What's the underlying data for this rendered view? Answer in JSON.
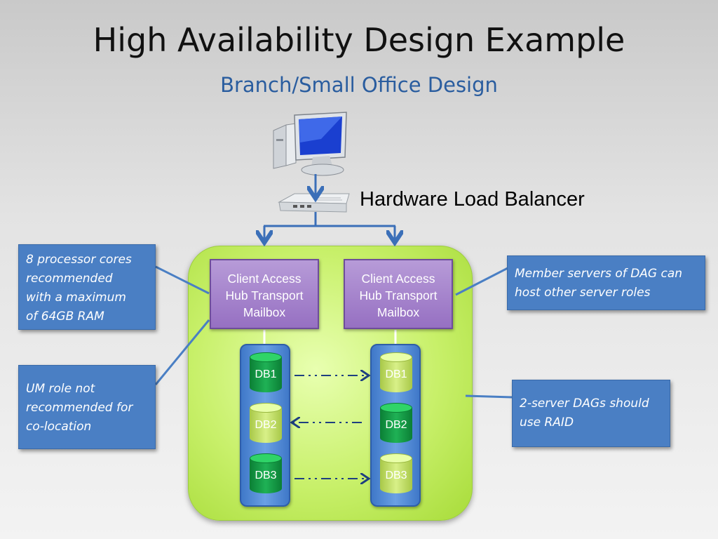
{
  "title": "High Availability Design Example",
  "subtitle": "Branch/Small Office Design",
  "load_balancer_label": "Hardware Load Balancer",
  "servers": [
    {
      "lines": [
        "Client Access",
        "Hub Transport",
        "Mailbox"
      ],
      "dbs": [
        {
          "label": "DB1",
          "state": "active"
        },
        {
          "label": "DB2",
          "state": "passive"
        },
        {
          "label": "DB3",
          "state": "active"
        }
      ]
    },
    {
      "lines": [
        "Client Access",
        "Hub Transport",
        "Mailbox"
      ],
      "dbs": [
        {
          "label": "DB1",
          "state": "passive"
        },
        {
          "label": "DB2",
          "state": "active"
        },
        {
          "label": "DB3",
          "state": "passive"
        }
      ]
    }
  ],
  "notes": {
    "cores": [
      "8 processor cores",
      "recommended",
      "with a maximum",
      "of 64GB RAM"
    ],
    "um": [
      "UM role not",
      "recommended for",
      "co-location"
    ],
    "member": [
      "Member servers of DAG can",
      "host other server roles"
    ],
    "raid": [
      "2-server DAGs should",
      "use RAID"
    ]
  },
  "icons": {
    "computer": "desktop-computer-icon",
    "load_balancer": "network-appliance-icon"
  }
}
